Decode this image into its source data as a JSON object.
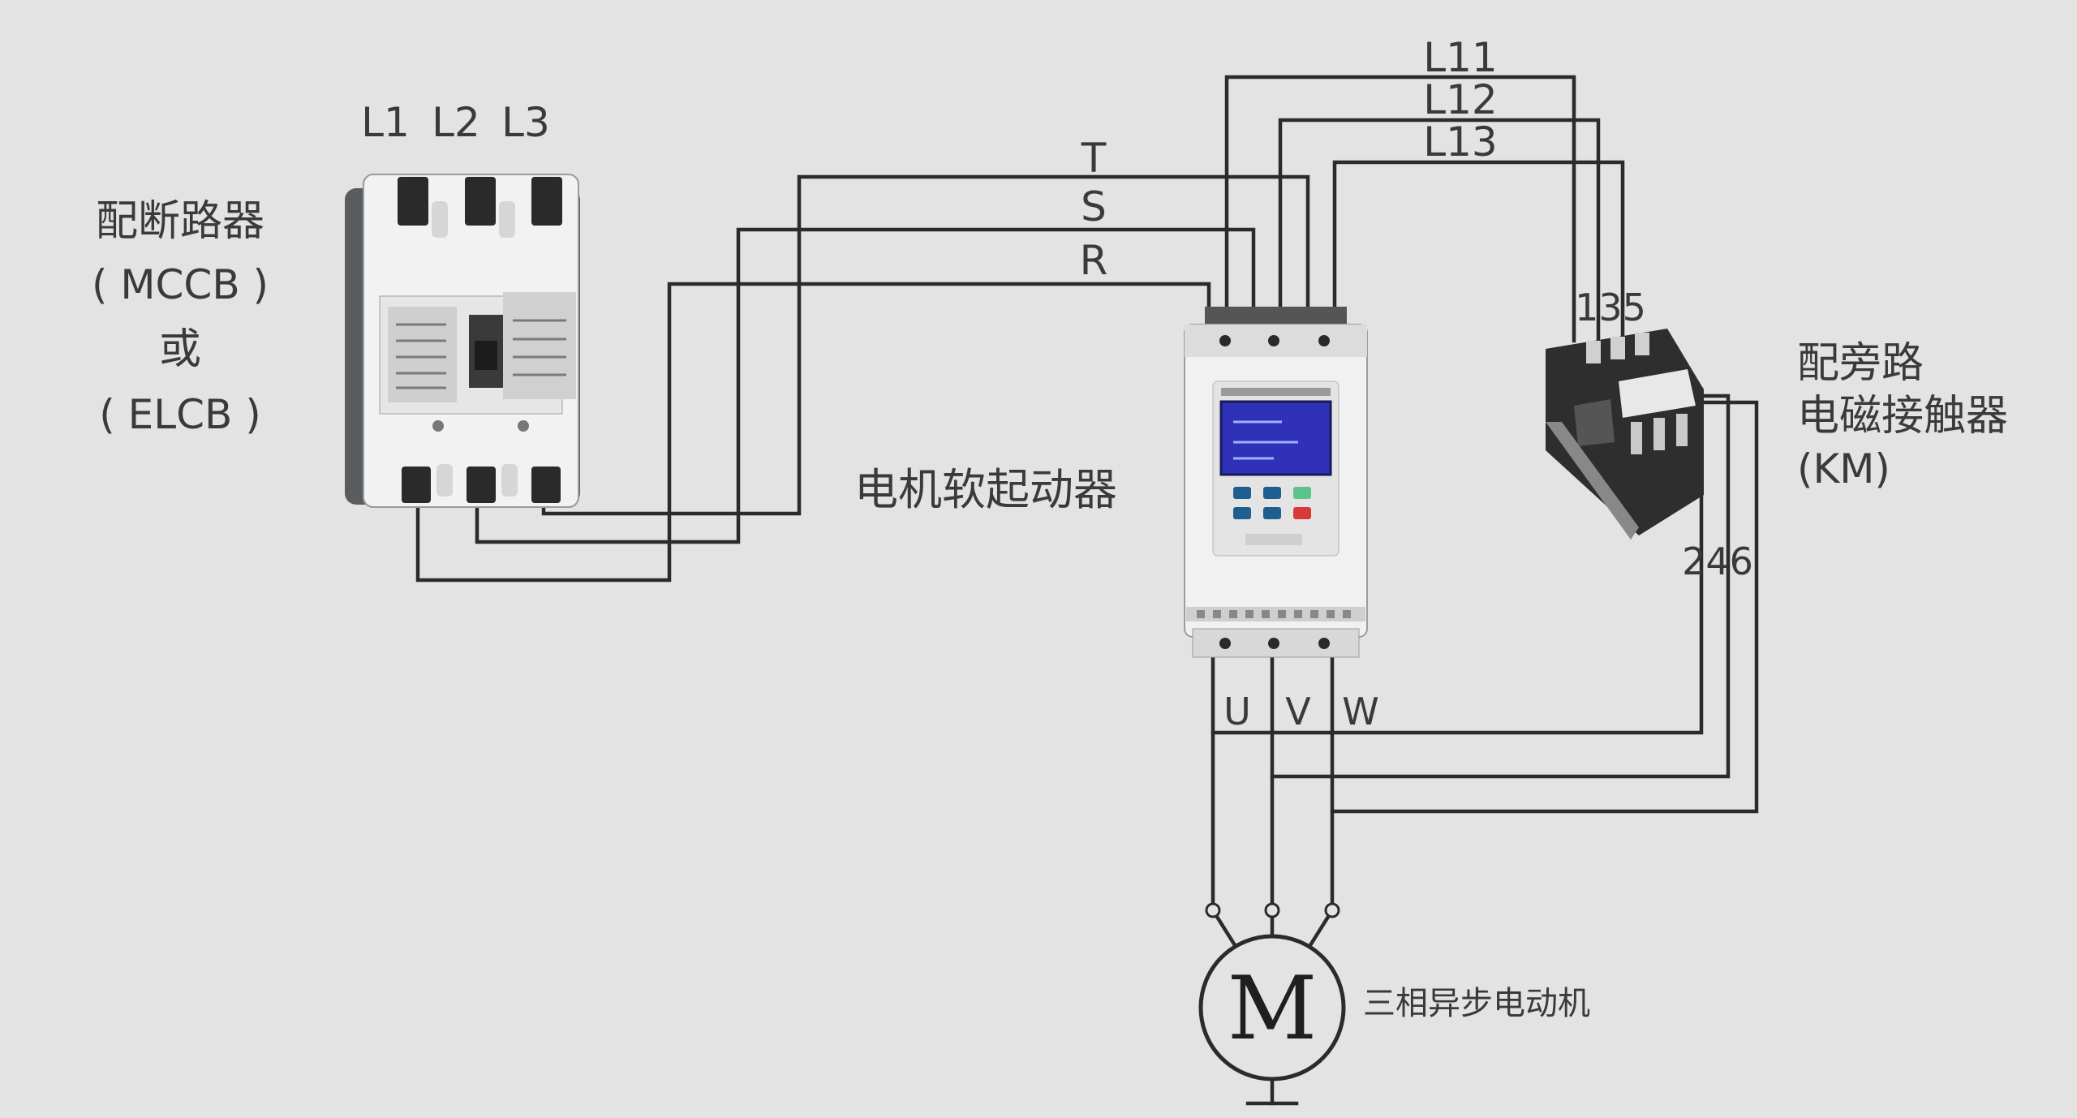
{
  "breaker": {
    "terminals": [
      "L1",
      "L2",
      "L3"
    ],
    "label_line1": "配断路器",
    "label_line2": "( MCCB )",
    "label_line3": "或",
    "label_line4": "( ELCB )"
  },
  "supply_lines": {
    "t": "T",
    "s": "S",
    "r": "R"
  },
  "softstarter": {
    "label": "电机软起动器",
    "output_terminals": [
      "U",
      "V",
      "W"
    ],
    "bypass_terminals": [
      "L11",
      "L12",
      "L13"
    ]
  },
  "contactor": {
    "label_line1": "配旁路",
    "label_line2": "电磁接触器",
    "label_line3": "(KM)",
    "input_terminals": "135",
    "output_terminals": "246"
  },
  "motor": {
    "symbol": "M",
    "label": "三相异步电动机"
  },
  "colors": {
    "background": "#e3e3e3",
    "wire": "#2b2b2b",
    "device_body": "#f1f1f1",
    "display": "#2f32b8"
  }
}
